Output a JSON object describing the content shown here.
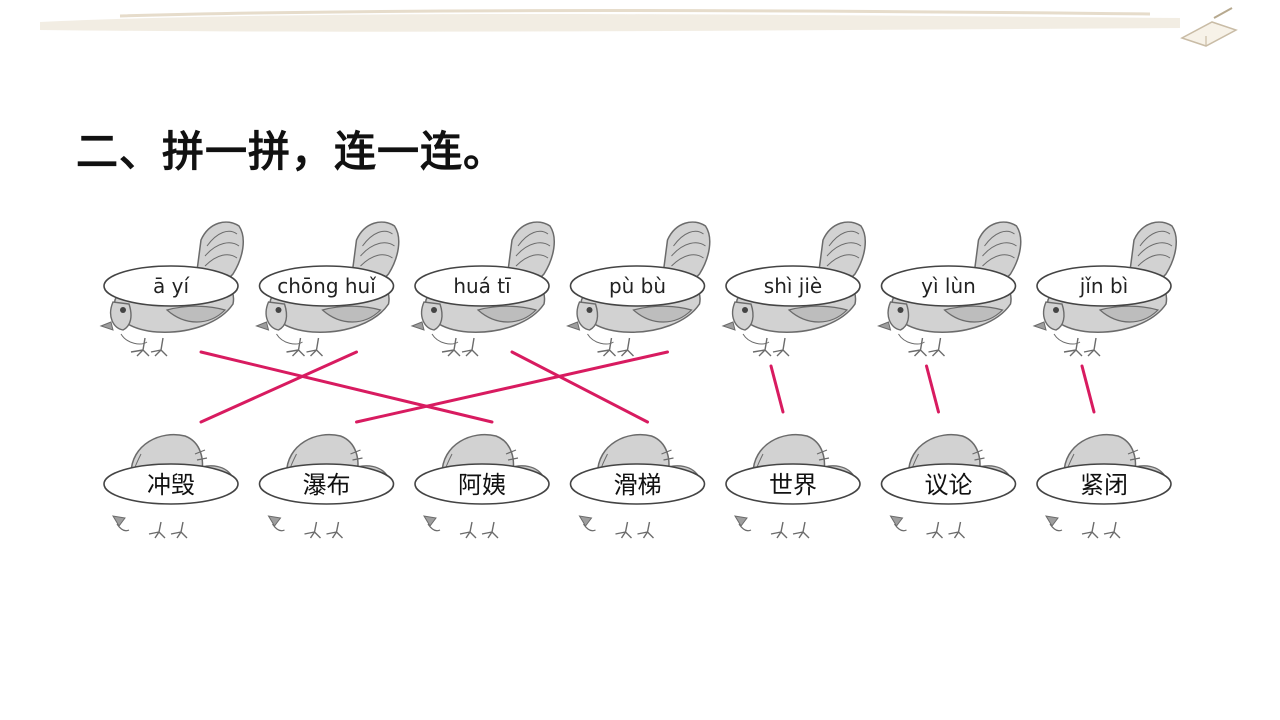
{
  "title": "二、拼一拼，连一连。",
  "colors": {
    "line": "#d81b60",
    "bird_fill": "#d2d2d2",
    "bird_stroke": "#6b6b6b",
    "oval_stroke": "#444444"
  },
  "hens": [
    {
      "pinyin": "ā  yí"
    },
    {
      "pinyin": "chōng huǐ"
    },
    {
      "pinyin": "huá  tī"
    },
    {
      "pinyin": "pù  bù"
    },
    {
      "pinyin": "shì  jiè"
    },
    {
      "pinyin": "yì  lùn"
    },
    {
      "pinyin": "jǐn  bì"
    }
  ],
  "chicks": [
    {
      "word": "冲毁"
    },
    {
      "word": "瀑布"
    },
    {
      "word": "阿姨"
    },
    {
      "word": "滑梯"
    },
    {
      "word": "世界"
    },
    {
      "word": "议论"
    },
    {
      "word": "紧闭"
    }
  ],
  "matches": [
    {
      "hen": 0,
      "chick": 2
    },
    {
      "hen": 1,
      "chick": 0
    },
    {
      "hen": 2,
      "chick": 3
    },
    {
      "hen": 3,
      "chick": 1
    },
    {
      "hen": 4,
      "chick": 4
    },
    {
      "hen": 5,
      "chick": 5
    },
    {
      "hen": 6,
      "chick": 6
    }
  ]
}
